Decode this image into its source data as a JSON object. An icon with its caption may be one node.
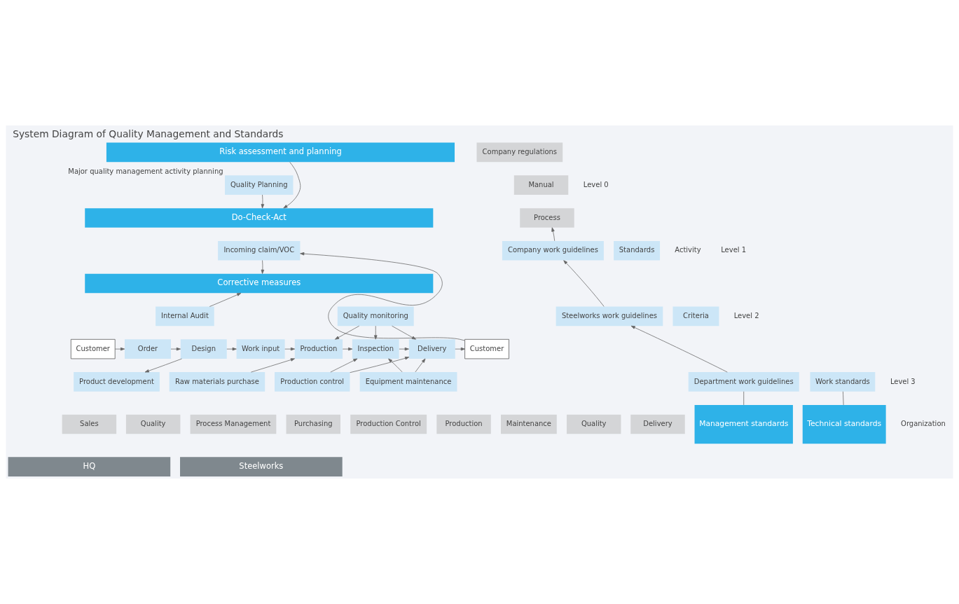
{
  "diagram": {
    "title": "System Diagram of Quality Management and Standards",
    "nodes": [
      {
        "text": [
          "Risk assessment and planning"
        ]
      },
      {
        "text": [
          "Quality Planning"
        ],
        "beside": [
          "Major quality management activity planning"
        ]
      },
      {
        "text": [
          "Do-Check-Act"
        ]
      },
      {
        "text": [
          "Incoming claim/VOC"
        ]
      },
      {
        "text": [
          "Corrective measures"
        ]
      },
      {
        "text": [
          "Internal Audit"
        ]
      },
      {
        "text": [
          "Quality monitoring"
        ]
      },
      {
        "text": [
          "Customer"
        ]
      },
      {
        "text": [
          "Order"
        ]
      },
      {
        "text": [
          "Design"
        ]
      },
      {
        "text": [
          "Work input"
        ]
      },
      {
        "text": [
          "Production"
        ]
      },
      {
        "text": [
          "Inspection"
        ]
      },
      {
        "text": [
          "Delivery"
        ]
      },
      {
        "text": [
          "Customer"
        ]
      },
      {
        "text": [
          "Product development"
        ]
      },
      {
        "text": [
          "Raw materials purchase"
        ]
      },
      {
        "text": [
          "Production control"
        ]
      },
      {
        "text": [
          "Equipment maintenance"
        ]
      },
      {
        "text": [
          "Sales"
        ]
      },
      {
        "text": [
          "Quality"
        ]
      },
      {
        "text": [
          "Process Management"
        ]
      },
      {
        "text": [
          "Purchasing"
        ]
      },
      {
        "text": [
          "Production Control"
        ]
      },
      {
        "text": [
          "Production"
        ]
      },
      {
        "text": [
          "Maintenance"
        ]
      },
      {
        "text": [
          "Quality"
        ]
      },
      {
        "text": [
          "Delivery"
        ]
      },
      {
        "text": [
          "HQ"
        ]
      },
      {
        "text": [
          "Steelworks"
        ]
      },
      {
        "text": [
          "Company regulations"
        ]
      },
      {
        "text": [
          "Manual"
        ]
      },
      {
        "text": [
          "Process"
        ]
      },
      {
        "text": [
          "Company work guidelines"
        ]
      },
      {
        "text": [
          "Standards"
        ]
      },
      {
        "text": [
          "Steelworks work guidelines"
        ]
      },
      {
        "text": [
          "Criteria"
        ]
      },
      {
        "text": [
          "Department work guidelines"
        ]
      },
      {
        "text": [
          "Work standards"
        ]
      },
      {
        "text": [
          "Management standards"
        ]
      },
      {
        "text": [
          "Technical standards"
        ]
      }
    ],
    "edges": [
      {
        "from": 0,
        "to": 2,
        "arrow": "to"
      },
      {
        "from": 1,
        "to": 2,
        "arrow": "to"
      },
      {
        "from": 14,
        "to": 3,
        "arrow": "to"
      },
      {
        "from": 3,
        "to": 4,
        "arrow": "to"
      },
      {
        "from": 5,
        "to": 4,
        "arrow": "to"
      },
      {
        "from": 7,
        "to": 8,
        "arrow": "to"
      },
      {
        "from": 8,
        "to": 9,
        "arrow": "to"
      },
      {
        "from": 9,
        "to": 10,
        "arrow": "to"
      },
      {
        "from": 10,
        "to": 11,
        "arrow": "to"
      },
      {
        "from": 11,
        "to": 12,
        "arrow": "to"
      },
      {
        "from": 12,
        "to": 13,
        "arrow": "to"
      },
      {
        "from": 13,
        "to": 14,
        "arrow": "to"
      },
      {
        "from": 6,
        "to": 11,
        "arrow": "to"
      },
      {
        "from": 6,
        "to": 12,
        "arrow": "to"
      },
      {
        "from": 6,
        "to": 13,
        "arrow": "to"
      },
      {
        "from": 9,
        "to": 15,
        "arrow": "to"
      },
      {
        "from": 16,
        "to": 11,
        "arrow": "to"
      },
      {
        "from": 17,
        "to": 12,
        "arrow": "to"
      },
      {
        "from": 17,
        "to": 13,
        "arrow": "to"
      },
      {
        "from": 18,
        "to": 12,
        "arrow": "to"
      },
      {
        "from": 18,
        "to": 13,
        "arrow": "to"
      },
      {
        "from": 33,
        "to": 32,
        "arrow": "to"
      },
      {
        "from": 35,
        "to": 33,
        "arrow": "to"
      },
      {
        "from": 37,
        "to": 35,
        "arrow": "to"
      },
      {
        "from": 37,
        "to": 39,
        "arrow": "none"
      },
      {
        "from": 38,
        "to": 40,
        "arrow": "none"
      }
    ],
    "labels": [
      "Activity",
      "Organization",
      "Level 0",
      "Level 1",
      "Level 2",
      "Level 3"
    ]
  }
}
